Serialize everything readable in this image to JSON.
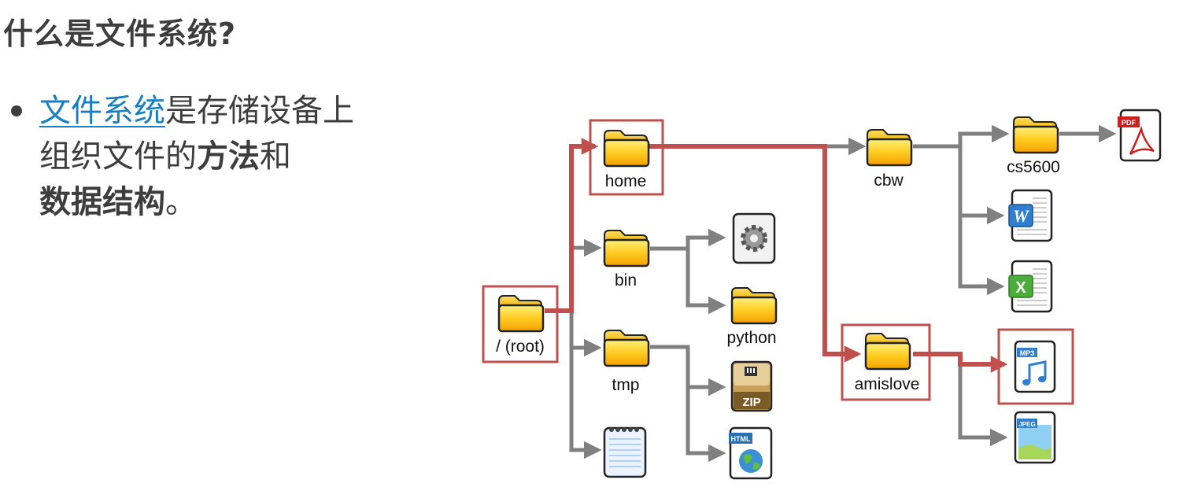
{
  "title": "什么是文件系统?",
  "bullet": {
    "link_text": "文件系统",
    "text_1": "是存储设备上组织文件的",
    "bold_1": "方法",
    "text_2": "和",
    "bold_2": "数据结构",
    "text_3": "。"
  },
  "diagram": {
    "nodes": {
      "root": "/ (root)",
      "home": "home",
      "bin": "bin",
      "tmp": "tmp",
      "python": "python",
      "cbw": "cbw",
      "amislove": "amislove",
      "cs5600": "cs5600"
    },
    "file_icons": {
      "pdf": "PDF",
      "word": "W",
      "excel": "X",
      "mp3": "MP3",
      "jpeg": "JPEG",
      "zip": "ZIP",
      "html": "HTML"
    },
    "colors": {
      "highlight": "#c0504d",
      "edge": "#808080",
      "folder_top": "#ffe45c",
      "folder_bottom": "#f5a800",
      "link": "#1a7fc1"
    }
  }
}
